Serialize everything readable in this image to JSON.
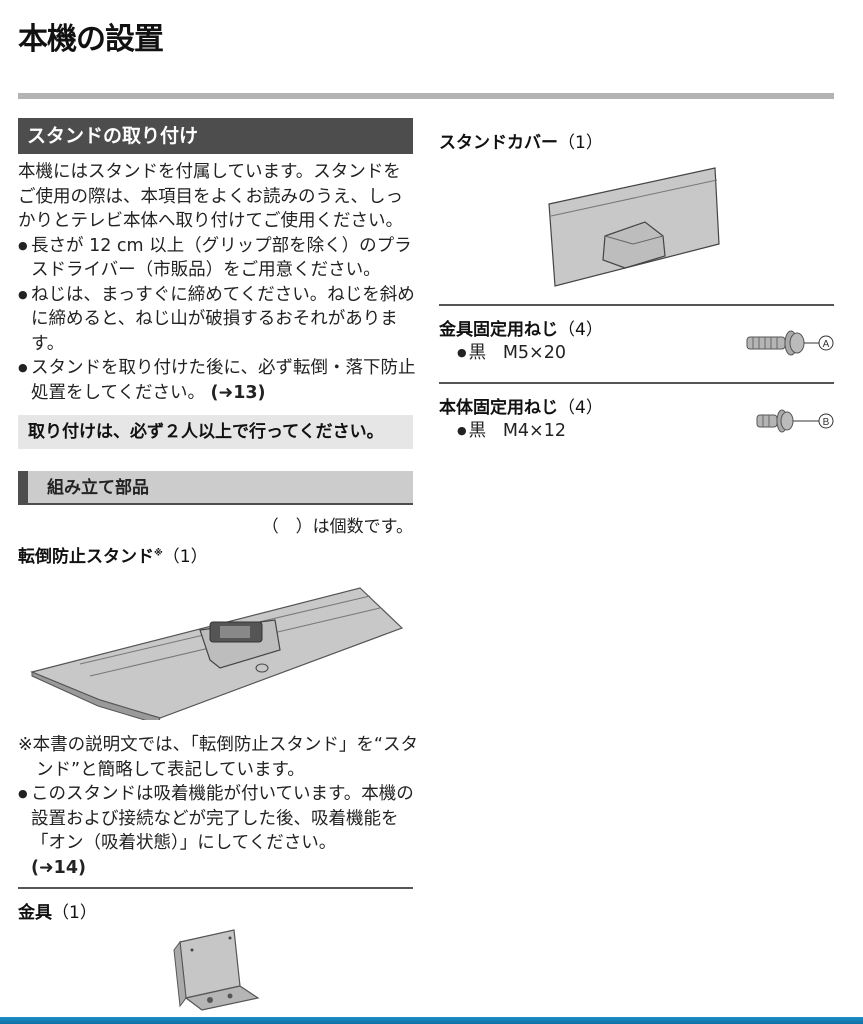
{
  "page": {
    "title": "本機の設置"
  },
  "section": {
    "heading": "スタンドの取り付け",
    "intro": "本機にはスタンドを付属しています。スタンドをご使用の際は、本項目をよくお読みのうえ、しっかりとテレビ本体へ取り付けてご使用ください。",
    "bullets": [
      {
        "text": "長さが 12 cm 以上（グリップ部を除く）のプラスドライバー（市販品）をご用意ください。"
      },
      {
        "text": "ねじは、まっすぐに締めてください。ねじを斜めに締めると、ねじ山が破損するおそれがあります。"
      },
      {
        "text": "スタンドを取り付けた後に、必ず転倒・落下防止処置をしてください。",
        "ref": "(➜13)"
      }
    ],
    "warning": "取り付けは、必ず２人以上で行ってください。"
  },
  "parts": {
    "heading": "組み立て部品",
    "count_note": "（　）は個数です。",
    "items": [
      {
        "name": "転倒防止スタンド",
        "mark": "※",
        "count": "（1）",
        "icon": "stand-base-illustration"
      },
      {
        "name": "金具",
        "count": "（1）",
        "icon": "bracket-illustration"
      },
      {
        "name": "スタンドカバー",
        "count": "（1）",
        "icon": "stand-cover-illustration"
      },
      {
        "name": "金具固定用ねじ",
        "count": "（4）",
        "spec_color": "黒",
        "spec_size": "M5×20",
        "label": "A",
        "icon": "screw-a-illustration"
      },
      {
        "name": "本体固定用ねじ",
        "count": "（4）",
        "spec_color": "黒",
        "spec_size": "M4×12",
        "label": "B",
        "icon": "screw-b-illustration"
      }
    ],
    "stand_note": "※本書の説明文では、「転倒防止スタンド」を“スタンド”と簡略して表記しています。",
    "stand_bullet": "このスタンドは吸着機能が付いています。本機の設置および接続などが完了した後、吸着機能を「オン（吸着状態）」にしてください。",
    "stand_ref": "(➜14)"
  },
  "colors": {
    "section_header_bg": "#4d4d4d",
    "sub_header_bg": "#cccccc",
    "warning_bg": "#e6e6e6",
    "top_rule": "#b3b3b3",
    "bottom_bar": "#1d8fc6"
  }
}
